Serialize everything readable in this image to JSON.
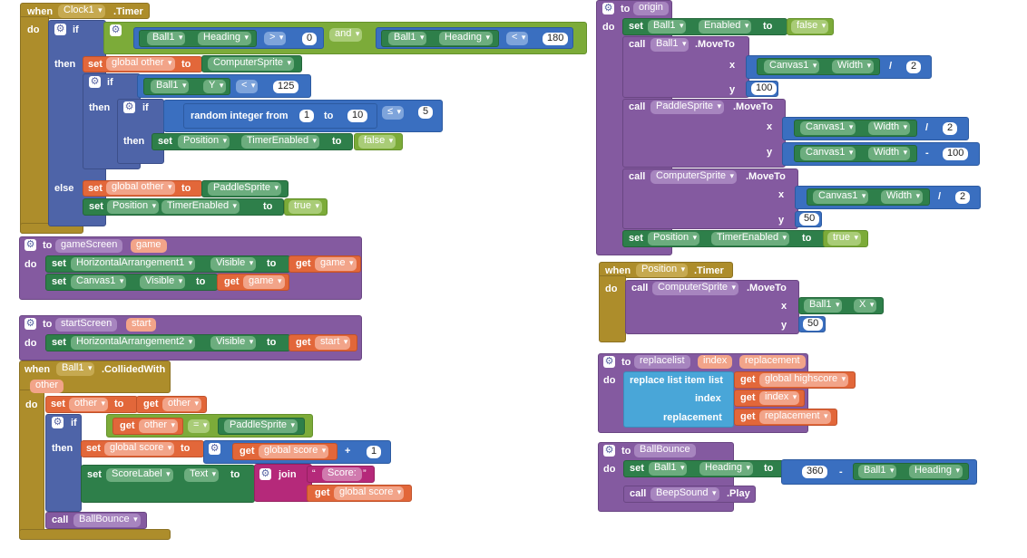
{
  "colors": {
    "event": "#ad8d2b",
    "control": "#4e64a8",
    "procedure": "#845aa0",
    "component_setter": "#2e7f4a",
    "variable": "#e2673a",
    "math": "#3a6fc0",
    "logic": "#7cab39",
    "text": "#b5297a",
    "list": "#49a6d8"
  },
  "icons": {
    "mutator": "gear-icon",
    "dropdown": "chevron-down-icon"
  },
  "kw": {
    "when": "when",
    "do": "do",
    "if": "if",
    "then": "then",
    "else": "else",
    "set": "set",
    "to": "to",
    "get": "get",
    "call": "call",
    "and": "and",
    "random_integer_from": "random integer from",
    "join": "join",
    "x": "x",
    "y": "y",
    "replace_list_item": "replace list item",
    "list": "list",
    "index": "index",
    "replacement": "replacement",
    "dot_movetopart": ".MoveTo"
  },
  "clock": {
    "component": "Clock1",
    "event": ".Timer",
    "ball": "Ball1",
    "heading": "Heading",
    "op_gt": ">",
    "num_0": "0",
    "op_lt": "<",
    "num_180": "180",
    "global_other": "global other",
    "computer_sprite": "ComputerSprite",
    "y": "Y",
    "num_125": "125",
    "num_1": "1",
    "num_10": "10",
    "op_le": "≤",
    "num_5": "5",
    "position": "Position",
    "timer_enabled": "TimerEnabled",
    "false": "false",
    "paddle_sprite": "PaddleSprite",
    "true": "true"
  },
  "game_screen": {
    "name": "gameScreen",
    "param": "game",
    "ha1": "HorizontalArrangement1",
    "visible": "Visible",
    "canvas": "Canvas1",
    "get_var": "game"
  },
  "start_screen": {
    "name": "startScreen",
    "param": "start",
    "ha2": "HorizontalArrangement2",
    "visible": "Visible",
    "get_var": "start"
  },
  "collided": {
    "component": "Ball1",
    "event": ".CollidedWith",
    "param": "other",
    "other": "other",
    "eq": "=",
    "paddle_sprite": "PaddleSprite",
    "global_score": "global score",
    "plus": "+",
    "num_1": "1",
    "score_label": "ScoreLabel",
    "text": "Text",
    "score_str": "Score: ",
    "open_q": "“",
    "close_q": "”",
    "ball_bounce": "BallBounce"
  },
  "origin": {
    "name": "origin",
    "ball": "Ball1",
    "enabled": "Enabled",
    "false": "false",
    "canvas": "Canvas1",
    "width": "Width",
    "div": "/",
    "num_2": "2",
    "num_100": "100",
    "paddle_sprite": "PaddleSprite",
    "minus": "-",
    "computer_sprite": "ComputerSprite",
    "num_50": "50",
    "position": "Position",
    "timer_enabled": "TimerEnabled",
    "true": "true"
  },
  "position_timer": {
    "component": "Position",
    "event": ".Timer",
    "computer_sprite": "ComputerSprite",
    "ball": "Ball1",
    "x": "X",
    "num_50": "50"
  },
  "replacelist": {
    "name": "replacelist",
    "p1": "index",
    "p2": "replacement",
    "global_highscore": "global highscore"
  },
  "ball_bounce": {
    "name": "BallBounce",
    "ball": "Ball1",
    "heading": "Heading",
    "num_360": "360",
    "minus": "-",
    "beep": "BeepSound",
    "play": ".Play"
  }
}
